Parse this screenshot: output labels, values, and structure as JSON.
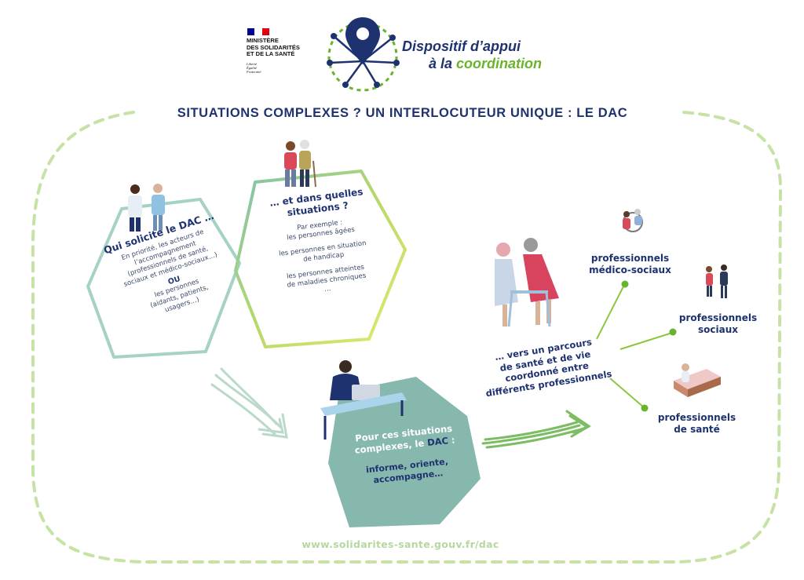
{
  "header": {
    "ministry_lines": [
      "MINISTÈRE",
      "DES SOLIDARITÉS",
      "ET DE LA SANTÉ"
    ],
    "motto_lines": [
      "Liberté",
      "Égalité",
      "Fraternité"
    ],
    "brand_line1": "Dispositif d’appui",
    "brand_line2_part1": "à la ",
    "brand_line2_part2": "coordination",
    "title": "SITUATIONS COMPLEXES ? UN INTERLOCUTEUR UNIQUE : LE DAC"
  },
  "left_hexagon": {
    "heading": "Qui solicite le DAC …",
    "text_lines": [
      "En priorité, les acteurs de",
      "l’accompagnement",
      "(professionnels de santé,",
      "sociaux et médico-sociaux…)"
    ],
    "or_label": "OU",
    "text_lines2": [
      "les personnes",
      "(aidants, patients,",
      "usagers…)"
    ]
  },
  "right_hexagon": {
    "heading_lines": [
      "… et dans quelles",
      "situations ?"
    ],
    "intro_lines": [
      "Par exemple :",
      "les personnes âgées"
    ],
    "item2_lines": [
      "les personnes en situation",
      "de handicap"
    ],
    "item3_lines": [
      "les personnes atteintes",
      "de maladies chroniques"
    ],
    "ellipsis": "…"
  },
  "center_hexagon": {
    "line1": "Pour ces situations",
    "line2_part1": "complexes, le ",
    "line2_dac": "DAC",
    "line2_part2": " :",
    "action_lines": [
      "informe, oriente,",
      "accompagne…"
    ]
  },
  "parcours": {
    "lines": [
      "… vers un parcours",
      "de santé et de vie",
      "coordonné entre",
      "différents professionnels"
    ]
  },
  "professionals": [
    {
      "lines": [
        "professionnels",
        "médico-sociaux"
      ]
    },
    {
      "lines": [
        "professionnels",
        "sociaux"
      ]
    },
    {
      "lines": [
        "professionnels",
        "de santé"
      ]
    }
  ],
  "footer": {
    "url": "www.solidarites-sante.gouv.fr/dac"
  },
  "colors": {
    "navy": "#1f3270",
    "green": "#6ab42d",
    "teal": "#7fb8ad",
    "dashed_border": "#c6e3a5",
    "flag_blue": "#000091",
    "flag_red": "#e1000f"
  }
}
